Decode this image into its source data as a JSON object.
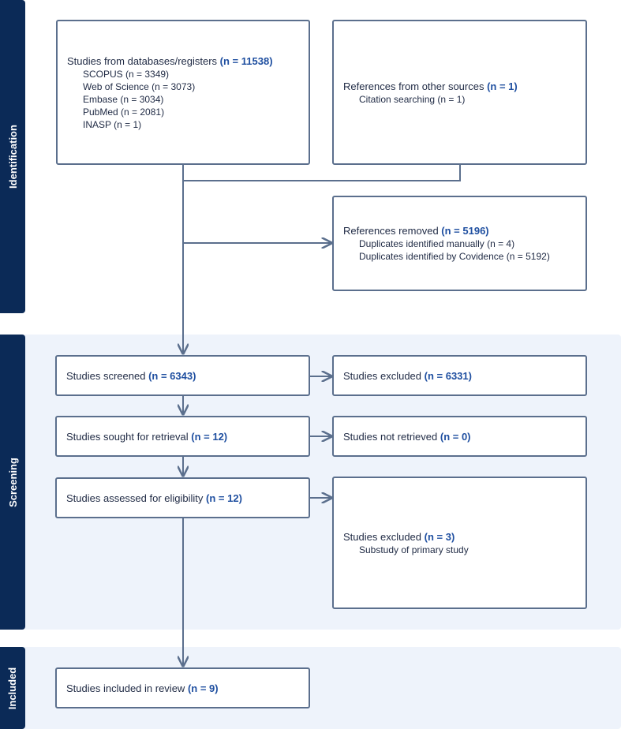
{
  "phases": {
    "identification": "Identification",
    "screening": "Screening",
    "included": "Included"
  },
  "boxes": {
    "databases": {
      "title": "Studies from databases/registers",
      "n": "(n = 11538)",
      "items": [
        "SCOPUS (n = 3349)",
        "Web of Science (n = 3073)",
        "Embase (n = 3034)",
        "PubMed (n = 2081)",
        "INASP (n = 1)"
      ]
    },
    "other_sources": {
      "title": "References from other sources",
      "n": "(n = 1)",
      "items": [
        "Citation searching (n = 1)"
      ]
    },
    "removed": {
      "title": "References removed",
      "n": "(n = 5196)",
      "items": [
        "Duplicates identified manually (n = 4)",
        "Duplicates identified by Covidence (n = 5192)"
      ]
    },
    "screened": {
      "title": "Studies screened",
      "n": "(n = 6343)"
    },
    "excluded_screen": {
      "title": "Studies excluded",
      "n": "(n = 6331)"
    },
    "sought": {
      "title": "Studies sought for retrieval",
      "n": "(n = 12)"
    },
    "not_retrieved": {
      "title": "Studies not retrieved",
      "n": "(n = 0)"
    },
    "assessed": {
      "title": "Studies assessed for eligibility",
      "n": "(n = 12)"
    },
    "excluded_elig": {
      "title": "Studies excluded",
      "n": "(n = 3)",
      "items": [
        "Substudy of primary study"
      ]
    },
    "included": {
      "title": "Studies included in review",
      "n": "(n = 9)"
    }
  },
  "colors": {
    "phase_label": "#0b2a57",
    "band_background": "#eef3fb",
    "box_border": "#5b6f8d",
    "count_text": "#1f4fa0"
  }
}
